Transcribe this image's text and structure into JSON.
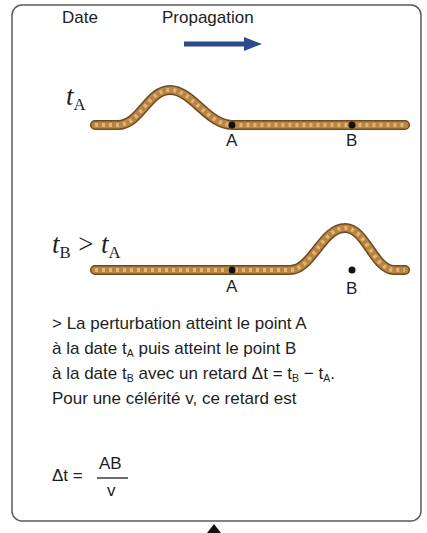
{
  "diagram": {
    "labels": [
      "Date",
      "Propagation",
      "t",
      "A",
      "A",
      "B",
      "t",
      "B",
      ">",
      "t",
      "A",
      "A",
      "B",
      "> La perturbation atteint le point A",
      "à la date t",
      "A",
      "puis atteint le point B",
      "à la date t",
      "B",
      "avec un retard Δt = t",
      "B",
      "− t",
      "A",
      ".",
      "Pour une célérité v, ce retard est",
      "Δt =",
      "AB",
      "v"
    ]
  }
}
